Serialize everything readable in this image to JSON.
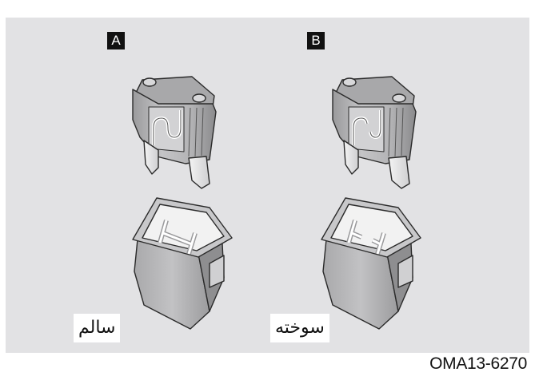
{
  "labels": {
    "a": "A",
    "b": "B"
  },
  "captions": {
    "normal": "سالم",
    "blown": "سوخته"
  },
  "figure_code": "OMA13-6270",
  "colors": {
    "panel": "#e2e2e4",
    "fuse_body": "#b9b9bb",
    "fuse_dark": "#8e8e90",
    "outline": "#2a2a2a"
  }
}
